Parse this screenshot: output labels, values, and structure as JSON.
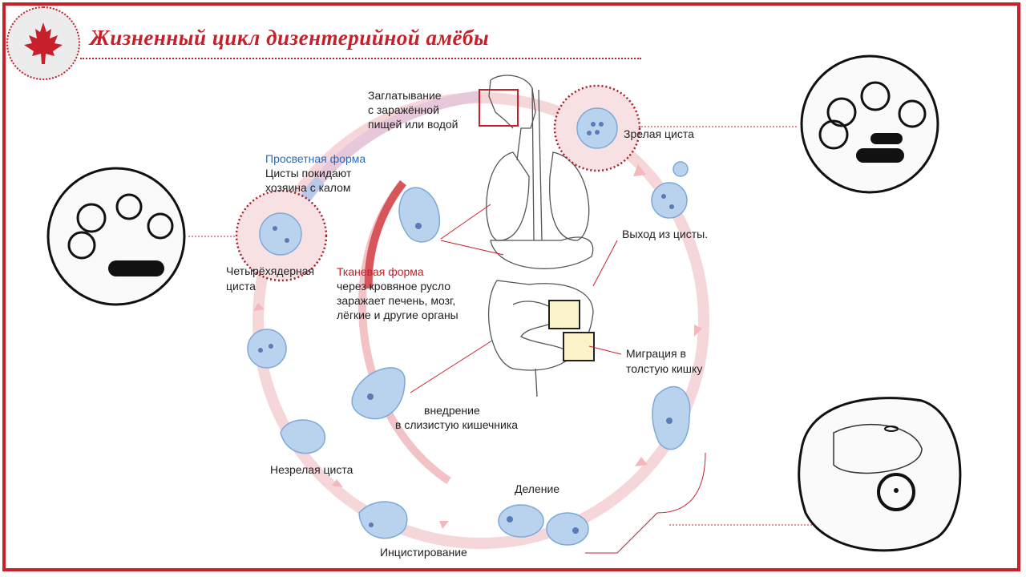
{
  "title": "Жизненный цикл дизентерийной амёбы",
  "colors": {
    "accent": "#c8202a",
    "blue_label": "#2e6cb5",
    "cell_fill": "#b9d3ef"
  },
  "icons": {
    "logo": "maple-leaf-icon"
  },
  "labels": {
    "ingestion_1": "Заглатывание",
    "ingestion_2": "с заражённой",
    "ingestion_3": "пищей или водой",
    "mature_cyst": "Зрелая циста",
    "excystation": "Выход из цисты.",
    "migration_1": "Миграция в",
    "migration_2": "толстую кишку",
    "division": "Деление",
    "encystation": "Инцистирование",
    "immature_cyst": "Незрелая циста",
    "four_nuclear_1": "Четырёхядерная",
    "four_nuclear_2": "циста",
    "luminal_form": "Просветная форма",
    "luminal_1": "Цисты покидают",
    "luminal_2": "хозяина с калом",
    "tissue_form": "Тканевая форма",
    "tissue_1": "через кровяное русло",
    "tissue_2": "заражает печень, мозг,",
    "tissue_3": "лёгкие и другие органы",
    "invasion_1": "внедрение",
    "invasion_2": "в слизистую кишечника"
  }
}
